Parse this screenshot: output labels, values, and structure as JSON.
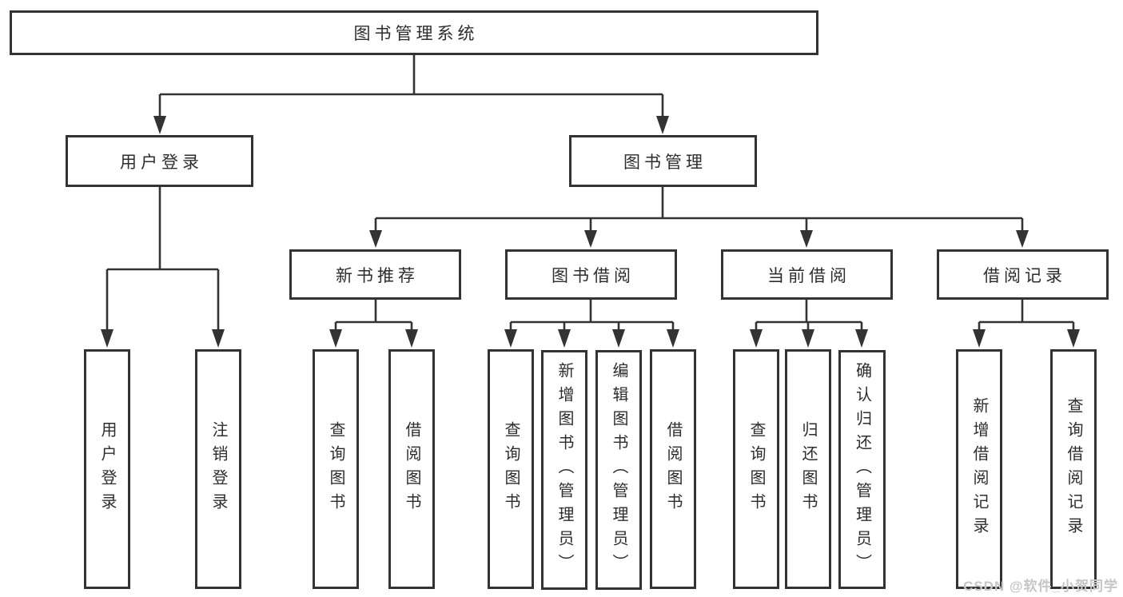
{
  "diagram": {
    "root": {
      "label": "图书管理系统"
    },
    "branches": [
      {
        "label": "用户登录",
        "leaves": [
          {
            "label": "用户登录"
          },
          {
            "label": "注销登录"
          }
        ]
      },
      {
        "label": "图书管理",
        "sections": [
          {
            "label": "新书推荐",
            "leaves": [
              {
                "label": "查询图书"
              },
              {
                "label": "借阅图书"
              }
            ]
          },
          {
            "label": "图书借阅",
            "leaves": [
              {
                "label": "查询图书"
              },
              {
                "label": "新增图书（管理员）"
              },
              {
                "label": "编辑图书（管理员）"
              },
              {
                "label": "借阅图书"
              }
            ]
          },
          {
            "label": "当前借阅",
            "leaves": [
              {
                "label": "查询图书"
              },
              {
                "label": "归还图书"
              },
              {
                "label": "确认归还（管理员）"
              }
            ]
          },
          {
            "label": "借阅记录",
            "leaves": [
              {
                "label": "新增借阅记录"
              },
              {
                "label": "查询借阅记录"
              }
            ]
          }
        ]
      }
    ]
  },
  "watermark": {
    "text": "CSDN @软件_小贺同学"
  },
  "colors": {
    "line": "#333333",
    "text": "#2d2d2d",
    "background": "#ffffff",
    "watermark": "#c6c6c6"
  }
}
